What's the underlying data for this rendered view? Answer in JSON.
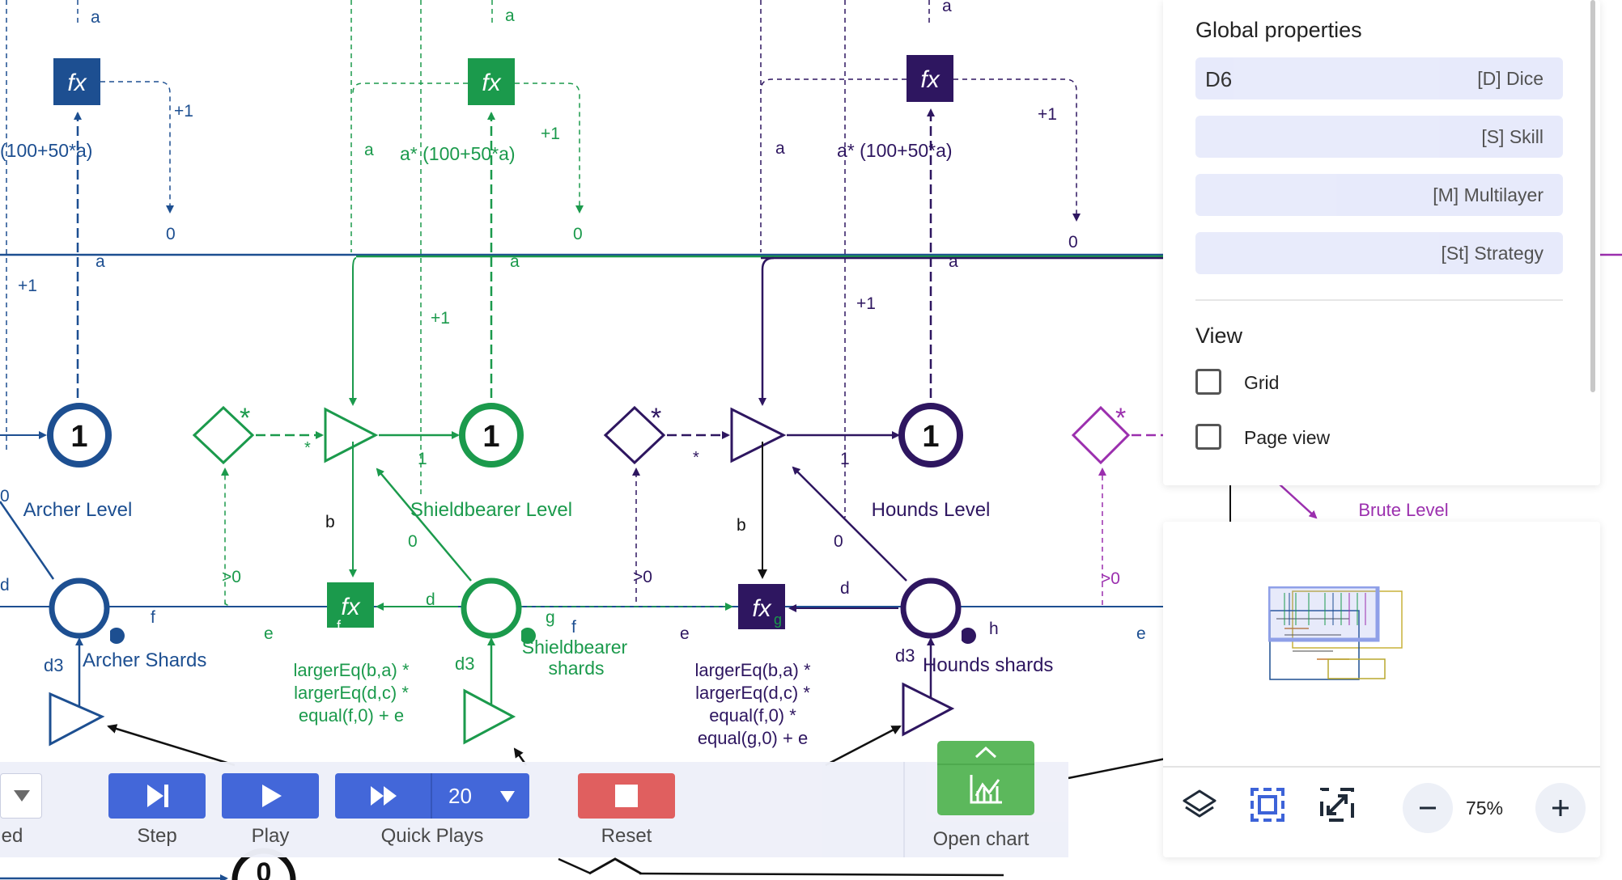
{
  "diagram": {
    "labels": {
      "fx": "fx",
      "a": "a",
      "b": "b",
      "d": "d",
      "e": "e",
      "f": "f",
      "g": "g",
      "h": "h",
      "zero": "0",
      "one": "1",
      "plus_one": "+1",
      "star": "*",
      "gt0": ">0",
      "d3": "d3",
      "expr_a": "a* (100+50*a)",
      "expr_a_cut": "(100+50*a)",
      "formula_line1": "largerEq(b,a) *",
      "formula_line2": "largerEq(d,c) *",
      "formula_line3": "equal(f,0) + e",
      "formula_line3b": "equal(f,0) *",
      "formula_line4": "equal(g,0) + e",
      "bottom_counter": "0"
    },
    "nodes": {
      "archer_level": "Archer Level",
      "archer_shards": "Archer Shards",
      "shieldbearer_level": "Shieldbearer Level",
      "shieldbearer_shards_line1": "Shieldbearer",
      "shieldbearer_shards_line2": "shards",
      "hounds_level": "Hounds Level",
      "hounds_shards": "Hounds shards",
      "brute_level": "Brute Level"
    },
    "colors": {
      "archer": "#1d4f91",
      "shieldbearer": "#1b9a4c",
      "hounds": "#2e1660",
      "brute": "#9b2fae",
      "wire": "#111111"
    }
  },
  "global_properties": {
    "title": "Global properties",
    "rows": [
      {
        "value": "D6",
        "label": "[D] Dice"
      },
      {
        "value": "",
        "label": "[S] Skill"
      },
      {
        "value": "",
        "label": "[M] Multilayer"
      },
      {
        "value": "",
        "label": "[St] Strategy"
      }
    ]
  },
  "view": {
    "title": "View",
    "options": [
      {
        "label": "Grid",
        "checked": false
      },
      {
        "label": "Page view",
        "checked": false
      }
    ]
  },
  "minimap": {
    "zoom": "75%",
    "icons": [
      "layers-icon",
      "fit-selection-icon",
      "fullscreen-icon",
      "zoom-out-icon",
      "zoom-in-icon"
    ]
  },
  "toolbar": {
    "speed_label_cut": "ed",
    "step_label": "Step",
    "play_label": "Play",
    "quick_plays_label": "Quick Plays",
    "quick_plays_count": "20",
    "reset_label": "Reset",
    "open_chart_label": "Open chart",
    "accent": "#3d63d8",
    "reset_color": "#e05a5a",
    "chart_color": "#5cb85c"
  }
}
